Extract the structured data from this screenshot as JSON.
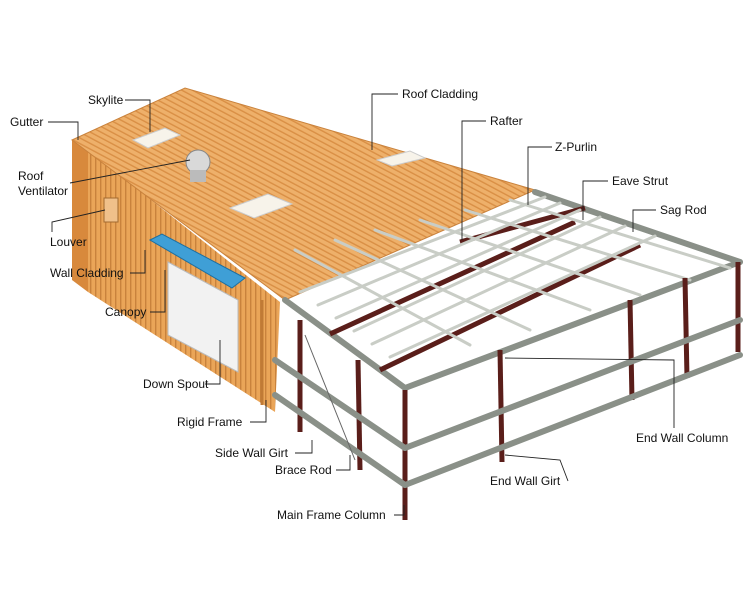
{
  "diagram": {
    "labels": {
      "gutter": "Gutter",
      "skylite": "Skylite",
      "roof_cladding": "Roof Cladding",
      "rafter": "Rafter",
      "roof_ventilator_1": "Roof",
      "roof_ventilator_2": "Ventilator",
      "z_purlin": "Z-Purlin",
      "eave_strut": "Eave Strut",
      "sag_rod": "Sag Rod",
      "louver": "Louver",
      "wall_cladding": "Wall Cladding",
      "canopy": "Canopy",
      "down_spout": "Down Spout",
      "rigid_frame": "Rigid Frame",
      "side_wall_girt": "Side Wall Girt",
      "brace_rod": "Brace Rod",
      "main_frame_column": "Main Frame Column",
      "end_wall_girt": "End Wall Girt",
      "end_wall_column": "End Wall Column"
    },
    "colors": {
      "cladding": "#e9a860",
      "frame": "#5a1e1a",
      "purlin": "#8a9088",
      "canopy": "#3f9fd6"
    }
  }
}
